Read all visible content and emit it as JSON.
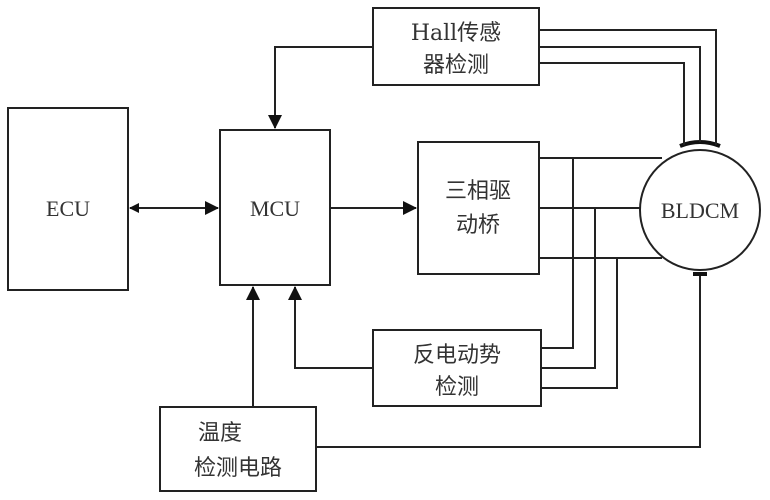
{
  "blocks": {
    "ecu": "ECU",
    "mcu": "MCU",
    "hall": [
      "Hall传感",
      "器检测"
    ],
    "bridge": [
      "三相驱",
      "动桥"
    ],
    "motor": "BLDCM",
    "bemf": [
      "反电动势",
      "检测"
    ],
    "temp": [
      "温度",
      "检测电路"
    ]
  },
  "colors": {
    "line": "#222222",
    "text": "#333333"
  }
}
